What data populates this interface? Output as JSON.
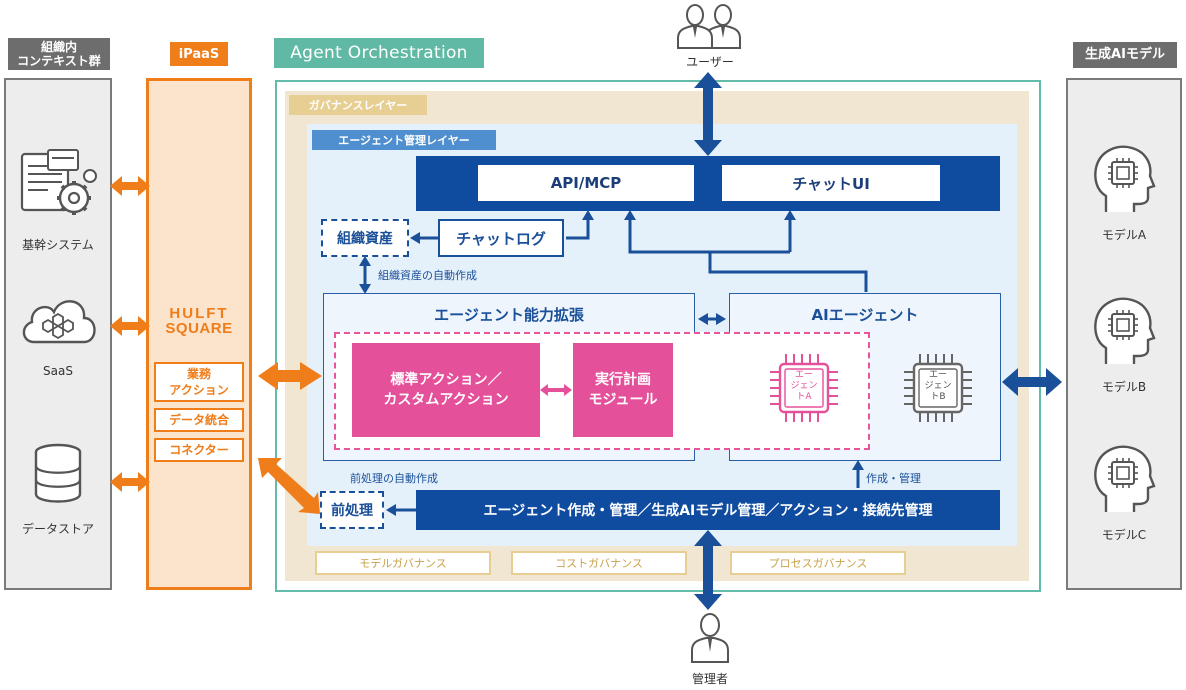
{
  "headers": {
    "context": "組織内\nコンテキスト群",
    "ipaas": "iPaaS",
    "agent": "Agent Orchestration",
    "genai": "生成AIモデル"
  },
  "left": {
    "items": [
      "基幹システム",
      "SaaS",
      "データストア"
    ]
  },
  "ipaas": {
    "logo_line1": "HULFT",
    "logo_line2": "SQUARE",
    "items": [
      "業務\nアクション",
      "データ統合",
      "コネクター"
    ]
  },
  "right": {
    "models": [
      "モデルA",
      "モデルB",
      "モデルC"
    ]
  },
  "people": {
    "user": "ユーザー",
    "admin": "管理者"
  },
  "layers": {
    "governance": "ガバナンスレイヤー",
    "agent_mgmt": "エージェント管理レイヤー"
  },
  "top": {
    "api": "API/MCP",
    "chat_ui": "チャットUI"
  },
  "boxes": {
    "org_assets": "組織資産",
    "chat_log": "チャットログ",
    "org_assets_auto": "組織資産の自動作成",
    "capability": "エージェント能力拡張",
    "ai_agent": "AIエージェント",
    "std_action": "標準アクション／\nカスタムアクション",
    "exec_plan": "実行計画\nモジュール",
    "agent_a": "エー\nジェン\nトA",
    "agent_b": "エー\nジェン\nトB",
    "preproc_auto": "前処理の自動作成",
    "create_manage": "作成・管理",
    "preproc": "前処理",
    "mgmt_bar": "エージェント作成・管理／生成AIモデル管理／アクション・接続先管理"
  },
  "governance": [
    "モデルガバナンス",
    "コストガバナンス",
    "プロセスガバナンス"
  ],
  "colors": {
    "navy": "#0f4c9f",
    "orange": "#ef7d1a",
    "pink": "#e5509a",
    "teal": "#5fb9a5"
  }
}
